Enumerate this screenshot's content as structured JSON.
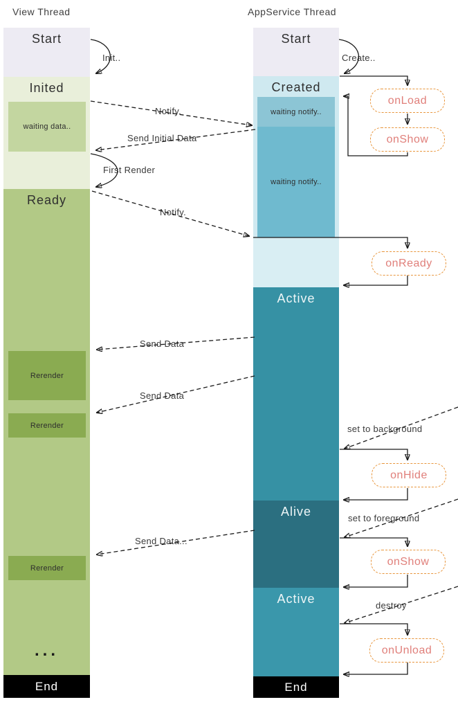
{
  "titles": {
    "view_thread": "View Thread",
    "appservice_thread": "AppService Thread"
  },
  "view_thread": {
    "start": "Start",
    "inited": "Inited",
    "waiting_data": "waiting data..",
    "ready": "Ready",
    "rerender_1": "Rerender",
    "rerender_2": "Rerender",
    "rerender_3": "Rerender",
    "ellipsis": "...",
    "end": "End"
  },
  "appservice_thread": {
    "start": "Start",
    "created": "Created",
    "waiting_notify_1": "waiting notify..",
    "waiting_notify_2": "waiting notify..",
    "active_1": "Active",
    "alive": "Alive",
    "active_2": "Active",
    "end": "End"
  },
  "callbacks": {
    "on_load": "onLoad",
    "on_show_1": "onShow",
    "on_ready": "onReady",
    "on_hide": "onHide",
    "on_show_2": "onShow",
    "on_unload": "onUnload"
  },
  "arrow_labels": {
    "init": "Init..",
    "create": "Create..",
    "notify_1": "Notify.",
    "send_initial_data": "Send Initial Data",
    "first_render": "First Render",
    "notify_2": "Notify.",
    "send_data_1": "Send Data",
    "send_data_2": "Send Data",
    "set_to_background": "set to background",
    "on_hide_return": "",
    "set_to_foreground": "set to foreground",
    "send_data_3": "Send Data...",
    "destroy": "destroy"
  },
  "colors": {
    "start_bg": "#edebf3",
    "inited_bg": "#e9efda",
    "waiting_data_bg": "#c3d6a0",
    "ready_bg": "#b2c986",
    "rerender_bg": "#8aab51",
    "created_bg": "#cfe9f0",
    "waiting_notify_1_bg": "#8cc5d5",
    "waiting_notify_2_bg": "#6fbacf",
    "pre_active_bg": "#d9eef3",
    "active_bg": "#3691a4",
    "alive_bg": "#2b6f80",
    "active_2_bg": "#3a97ab",
    "end_bg": "#000000",
    "callback_border": "#e8953b",
    "callback_text": "#e07f7a",
    "arrow": "#1a1a1a"
  }
}
